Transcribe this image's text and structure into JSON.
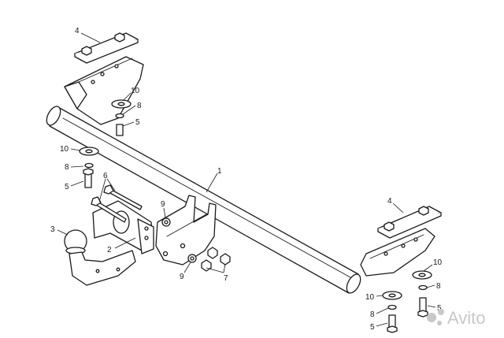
{
  "part_numbers": {
    "bar": "1",
    "tow_bracket": "2",
    "tow_ball": "3",
    "plate_left": "4",
    "plate_right": "4",
    "bolt_left_top": "5",
    "bolt_left_bottom": "5",
    "bolt_right_top": "5",
    "bolt_right_bottom": "5",
    "bolts_pair": "6",
    "nuts": "7",
    "spring_left_top": "8",
    "spring_left_bottom": "8",
    "spring_right_top": "8",
    "spring_right_bottom": "8",
    "washer_bracket_top": "9",
    "washer_bracket_bottom": "9",
    "washer_left_top": "10",
    "washer_left_bottom": "10",
    "washer_right_top": "10",
    "washer_right_bottom": "10"
  },
  "watermark": "Avito",
  "colors": {
    "line": "#1a1a1a",
    "background": "#ffffff",
    "watermark": "#c8c8c8"
  }
}
